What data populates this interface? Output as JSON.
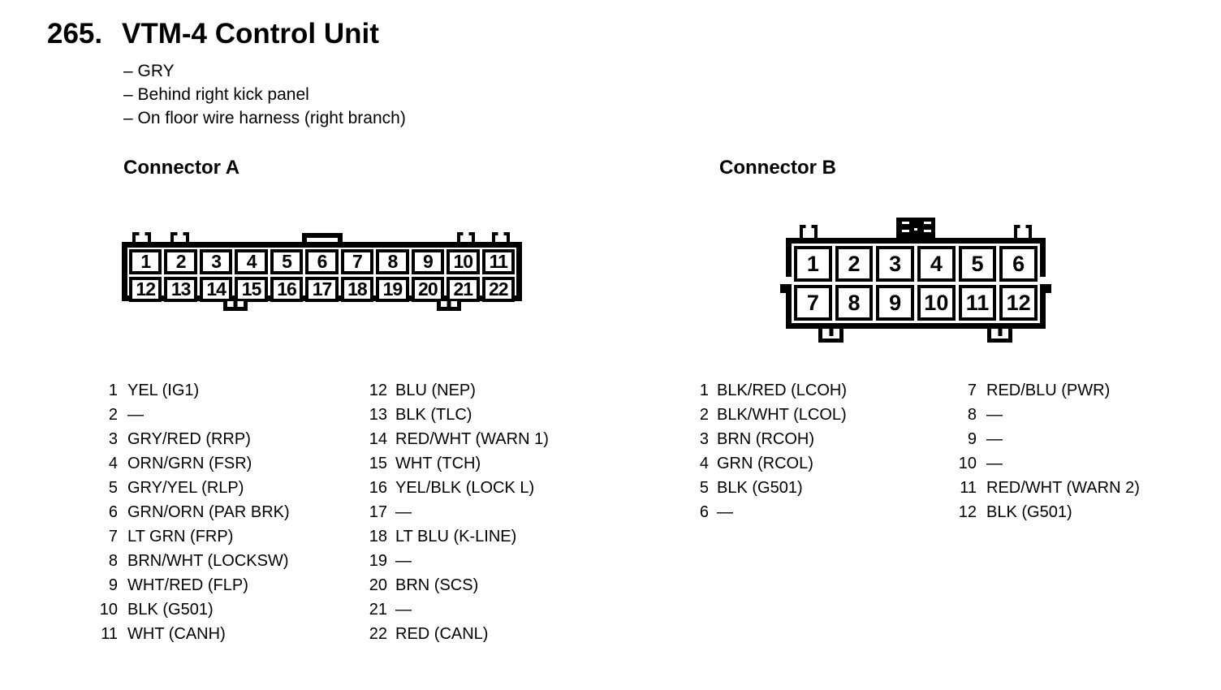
{
  "header": {
    "number": "265.",
    "title": "VTM-4 Control Unit",
    "notes": [
      "– GRY",
      "– Behind right kick panel",
      "– On floor wire harness (right branch)"
    ]
  },
  "colors": {
    "ink": "#000000",
    "paper": "#ffffff"
  },
  "connector_a": {
    "heading": "Connector A",
    "grid_rows": [
      [
        "1",
        "2",
        "3",
        "4",
        "5",
        "6",
        "7",
        "8",
        "9",
        "10",
        "11"
      ],
      [
        "12",
        "13",
        "14",
        "15",
        "16",
        "17",
        "18",
        "19",
        "20",
        "21",
        "22"
      ]
    ],
    "pins_col1": [
      {
        "pin": "1",
        "label": "YEL (IG1)"
      },
      {
        "pin": "2",
        "label": "—"
      },
      {
        "pin": "3",
        "label": "GRY/RED (RRP)"
      },
      {
        "pin": "4",
        "label": "ORN/GRN (FSR)"
      },
      {
        "pin": "5",
        "label": "GRY/YEL (RLP)"
      },
      {
        "pin": "6",
        "label": "GRN/ORN (PAR BRK)"
      },
      {
        "pin": "7",
        "label": "LT GRN (FRP)"
      },
      {
        "pin": "8",
        "label": "BRN/WHT (LOCKSW)"
      },
      {
        "pin": "9",
        "label": "WHT/RED (FLP)"
      },
      {
        "pin": "10",
        "label": "BLK (G501)"
      },
      {
        "pin": "11",
        "label": "WHT (CANH)"
      }
    ],
    "pins_col2": [
      {
        "pin": "12",
        "label": "BLU (NEP)"
      },
      {
        "pin": "13",
        "label": "BLK (TLC)"
      },
      {
        "pin": "14",
        "label": "RED/WHT (WARN 1)"
      },
      {
        "pin": "15",
        "label": "WHT (TCH)"
      },
      {
        "pin": "16",
        "label": "YEL/BLK (LOCK L)"
      },
      {
        "pin": "17",
        "label": "—"
      },
      {
        "pin": "18",
        "label": "LT BLU (K-LINE)"
      },
      {
        "pin": "19",
        "label": "—"
      },
      {
        "pin": "20",
        "label": "BRN (SCS)"
      },
      {
        "pin": "21",
        "label": "—"
      },
      {
        "pin": "22",
        "label": "RED (CANL)"
      }
    ]
  },
  "connector_b": {
    "heading": "Connector B",
    "grid_rows": [
      [
        "1",
        "2",
        "3",
        "4",
        "5",
        "6"
      ],
      [
        "7",
        "8",
        "9",
        "10",
        "11",
        "12"
      ]
    ],
    "pins_col1": [
      {
        "pin": "1",
        "label": "BLK/RED (LCOH)"
      },
      {
        "pin": "2",
        "label": "BLK/WHT (LCOL)"
      },
      {
        "pin": "3",
        "label": "BRN (RCOH)"
      },
      {
        "pin": "4",
        "label": "GRN (RCOL)"
      },
      {
        "pin": "5",
        "label": "BLK (G501)"
      },
      {
        "pin": "6",
        "label": "—"
      }
    ],
    "pins_col2": [
      {
        "pin": "7",
        "label": "RED/BLU (PWR)"
      },
      {
        "pin": "8",
        "label": "—"
      },
      {
        "pin": "9",
        "label": "—"
      },
      {
        "pin": "10",
        "label": "—"
      },
      {
        "pin": "11",
        "label": "RED/WHT (WARN 2)"
      },
      {
        "pin": "12",
        "label": "BLK (G501)"
      }
    ]
  }
}
